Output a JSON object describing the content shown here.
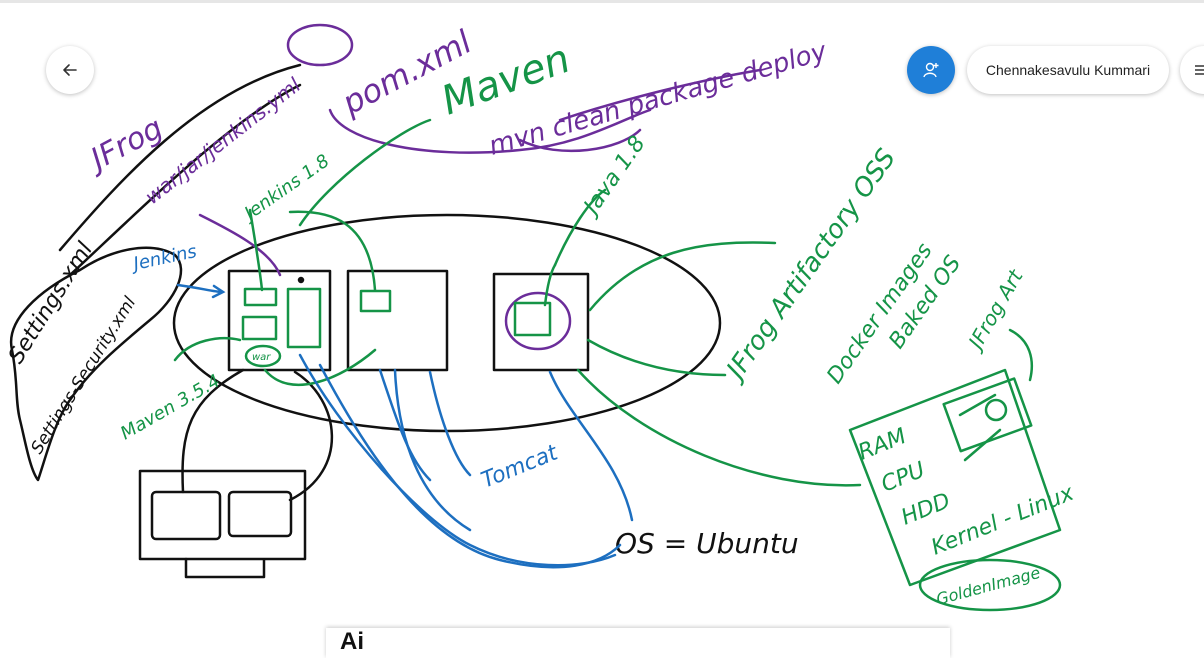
{
  "header": {
    "user_name": "Chennakesavulu Kummari",
    "back_icon": "arrow-left-icon",
    "share_icon": "add-person-icon",
    "menu_icon": "hamburger-menu-icon"
  },
  "colors": {
    "ink_black": "#111111",
    "ink_green": "#159447",
    "ink_blue": "#1d6fc0",
    "ink_purple": "#6b2d9a",
    "accent": "#1f7fd8"
  },
  "annotations": {
    "jfrog": "JFrog",
    "war_jar": "war/jar/jenkins.yml",
    "pom": "pom.xml",
    "maven": "Maven",
    "mvn_cmd": "mvn clean package deploy",
    "java": "Java 1.8",
    "jenkins_ver": "Jenkins 1.8",
    "jenkins": "Jenkins",
    "settings1": "Settings.xml",
    "settings2": "Settings-Security.xml",
    "maven_ver": "Maven 3.5.4",
    "tomcat": "Tomcat",
    "os": "OS = Ubuntu",
    "artifactory": "JFrog Artifactory OSS",
    "docker_images": "Docker Images",
    "baked_os": "Baked OS",
    "jfrog_art": "JFrog Art",
    "ram": "RAM",
    "cpu": "CPU",
    "hdd": "HDD",
    "kernel": "Kernel - Linux",
    "gold_image": "GoldenImage",
    "war_small": "war"
  },
  "toolbar": {
    "partial_label": "Ai"
  }
}
